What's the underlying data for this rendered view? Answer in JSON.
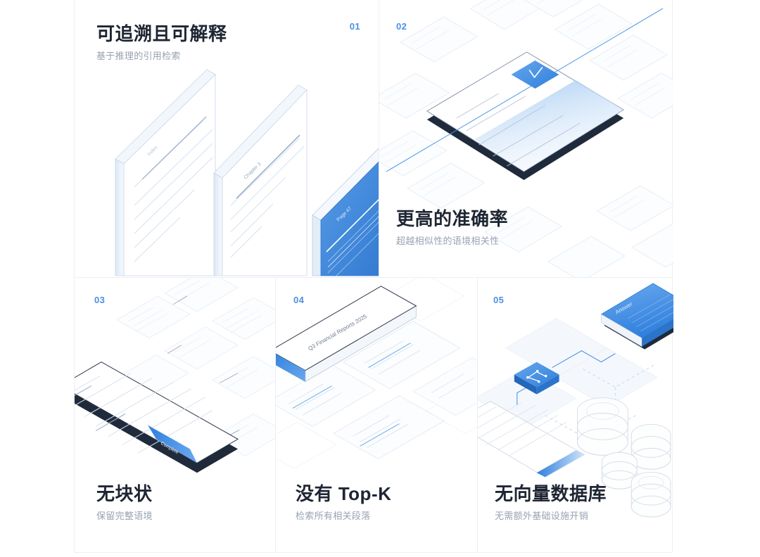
{
  "page": {
    "background_color": "#ffffff",
    "accent_color": "#4a90e2",
    "title_color": "#1e2633",
    "subtitle_color": "#98a2b3",
    "divider_color": "#eceff4"
  },
  "features": [
    {
      "number": "01",
      "title": "可追溯且可解释",
      "subtitle": "基于推理的引用检索",
      "illustration": "stacked-document-planes",
      "illustration_labels": [
        "Index",
        "Chapter 3",
        "Page 47"
      ]
    },
    {
      "number": "02",
      "title": "更高的准确率",
      "subtitle": "超越相似性的语境相关性",
      "illustration": "isometric-document-plane-with-check-badge",
      "illustration_labels": []
    },
    {
      "number": "03",
      "title": "无块状",
      "subtitle": "保留完整语境",
      "illustration": "long-continuous-document",
      "illustration_labels": [
        "Complete"
      ]
    },
    {
      "number": "04",
      "title": "没有 Top-K",
      "subtitle": "检索所有相关段落",
      "illustration": "document-bar-with-scattered-cards",
      "illustration_labels": [
        "Q3 Financial Reports 2025"
      ]
    },
    {
      "number": "05",
      "title": "无向量数据库",
      "subtitle": "无需额外基础设施开销",
      "illustration": "document-graph-node-answer-book-databases",
      "illustration_labels": [
        "Answer"
      ]
    }
  ]
}
